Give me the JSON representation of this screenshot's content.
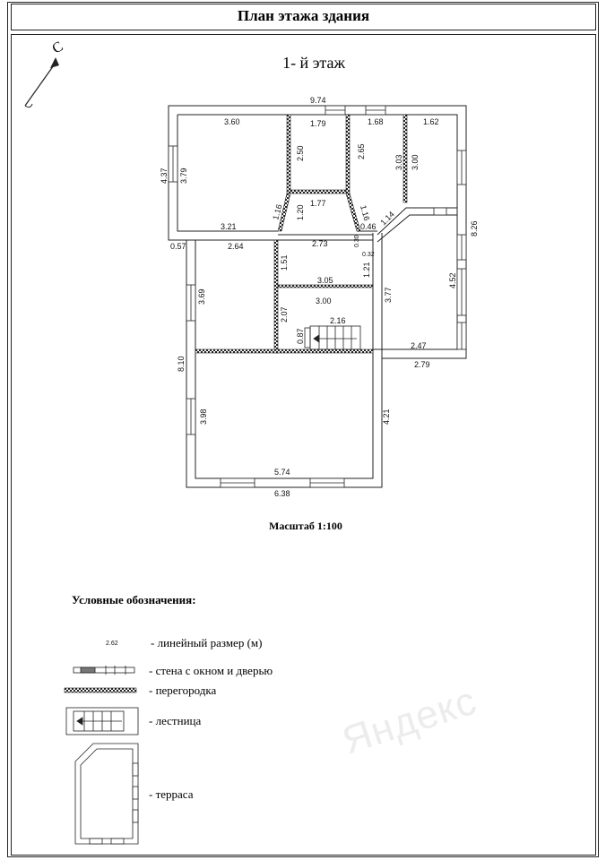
{
  "header": {
    "title": "План этажа здания"
  },
  "floor": {
    "title": "1- й этаж"
  },
  "compass": {
    "letter": "С"
  },
  "plan": {
    "dims": [
      "9.74",
      "3.60",
      "1.79",
      "1.68",
      "1.62",
      "4.37",
      "3.79",
      "2.50",
      "2.65",
      "3.03",
      "3.00",
      "1.77",
      "1.16",
      "1.20",
      "1.16",
      "1.14",
      "0.46",
      "3.21",
      "0.57",
      "2.64",
      "2.73",
      "0.30",
      "0.32",
      "8.26",
      "1.51",
      "1.21",
      "3.69",
      "3.05",
      "4.52",
      "3.77",
      "3.00",
      "2.07",
      "2.16",
      "0.87",
      "2.47",
      "2.79",
      "8.10",
      "3.98",
      "4.21",
      "5.74",
      "6.38"
    ]
  },
  "scale": {
    "label": "Масштаб 1:100"
  },
  "legend": {
    "title": "Условные обозначения:",
    "sample_dim": "2.62",
    "items": {
      "dimension": "- линейный размер (м)",
      "wall": "- стена с окном и дверью",
      "partition": "- перегородка",
      "stairs": "- лестница",
      "terrace": "- терраса"
    }
  },
  "watermark": "Яндекс"
}
